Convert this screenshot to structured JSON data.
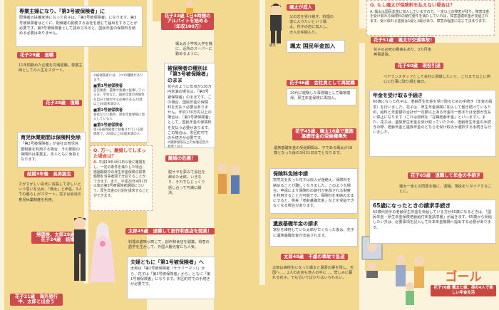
{
  "colors": {
    "background": "#fbf3dc",
    "path": "#f3d98f",
    "pill_red": "#cf4a4a",
    "pill_green": "#3e9d4f",
    "question_red": "#d14a4a",
    "goal_orange": "#e0703a"
  },
  "col1": {
    "box_top": {
      "title": "専業主婦になり、「第3号被保険者」に",
      "text": "配偶者の扶養家族になった花子は、「第3号被保険者」になります。第3号被保険者はとくに、配偶者の勤務する会社を通じて届出をすることが必要です。第3号被保険者として認められると、国民年金の保険料を納める必要はありません。"
    },
    "pill_29": "花子29歳　退職",
    "text_29": "11年間勤めた企業を円満退職。専業主婦としての人生をスタート。",
    "pill_28": "花子28歳　復職",
    "box_ikukyu": {
      "title": "育児休業期間は保険料免除",
      "text": "「第2号被保険者」が会社の育児休業制度を利用する場合、その期間の保険料は事業主、本人ともに免除となります。"
    },
    "pill_kekkon": "結婚3年後　長男誕生",
    "text_kekkon": "すがすがしい青年に成長してほしいという思いを込め、「颯太」と命名。3人での暮らしがスタート。花子は会社の育児休業制度を利用。",
    "pill_wedding": "帰国後、太郎29歳＆花子24歳　結婚",
    "pill_first": "花子21歳　海外旅行中、太郎と出会う"
  },
  "col2": {
    "note_types": {
      "text": "※被保険者には、3つの種類があります。",
      "t1_title": "■第1号被保険者",
      "t1_text": "自営業者、農業や漁業に従事している方、学生など、国民年金の保険料を自分で納付する必要のある20歳以上60歳未満の人",
      "t2_title": "■第2号被保険者",
      "t2_text": "会社などに勤め、厚生年金保険に加入している人",
      "t3_title": "■第3号被保険者",
      "t3_text": "第2号被保険者に扶養されている配偶者で、20歳以上60歳未満の人"
    },
    "qa": {
      "question": "Q. 万一、離婚してしまった場合は？",
      "answer_label": "A.",
      "answer": "平成19年4月1日以後に離婚をし、一定の条件を満たした場合、婚姻期間中の厚生年金保険の標準報酬を当事者間で分割することができます。また、平成20年4月1日以後の第3号被保険者期間について、厚生年金の分割を請求することができます。"
    },
    "pill_wife": "花子33歳 1日4時間のアルバイトを始める（年収100万）",
    "text_wife": "颯太の小学校入学を機に、近所のスーパーに勤めるように。",
    "box_third": {
      "title": "被保険者の種別は「第3号被保険者」のまま",
      "text": "花子のように年収が130万円未満の場合は、「第3号被保険者」のままです。この場合、国民年金の保険料を支払う必要はありません。年収130万円以上の場合は、「第1号被保険者」として、国民年金の保険料を支払う必要があります。この場合は、市区町村での手続きが必要です。",
      "note": "※健康保険法上の扶養認定の基準と同じ"
    },
    "pill_danger": "離婚の危機！",
    "text_danger": "脱サラを夢みて会社を辞めた太郎。いきなり、それでもじっくり話し合って円満に解決。",
    "pill_taro45": "太郎45歳　退職して創作和食店を開業！",
    "text_taro45": "料理の趣味が高じて、創作和食店を開業。得意の語学を生かして、外国人観光客にも人気。",
    "box_fufu": {
      "title": "夫婦ともに「第1号被保険者」へ",
      "text": "太郎は「第2号被保険者（サラリーマン）」から、花子は「第3号被保険者」から、ともに「第1号被保険者」になります。市区町村での手続きが必要です。"
    }
  },
  "col3": {
    "pill_sota": "颯太が成人",
    "text_sota": "父の志を受け継ぎ、料理の道に入りたいという颯太。花子の店に加入し、大人の仲間入り。",
    "fig_label": "颯太",
    "box_join": {
      "title": "颯太 国民年金加入"
    },
    "pill_46": "花子46歳　会社員として再就職",
    "text_46": "20代に経験した事務職として職場復帰。厚生年金保険に再加入。",
    "pill_45": "花子45歳、颯太18歳で遺族基礎年金の受給権喪失",
    "text_45": "遺族基礎年金の受給期間は、子である颯太が18歳となった後の3月31日までとなります。",
    "box_menjo": {
      "title": "保険料免除申請",
      "text": "突然夫を失った花子は収入が途絶え、保険料を納めることが難しくなりました。このような場合、申請により保険料の納付が免除される制度を利用することが可能です。保険料を未納のままにすると、将来「老齢基礎年金」などを受給できなくなる場合があります。"
    },
    "box_izoku": {
      "title": "遺族基礎年金の請求",
      "text": "家計を維持していた太郎が亡くなった後は、花子に遺族基礎年金が支給されます。"
    },
    "pill_taro48": "太郎48歳　不慮の事故で急逝",
    "text_taro48": "太郎は高校生になった颯太と最愛の妻を残し、天国へ…。2人のお店も他人の手に…。悲しみに暮れる花子。でも泣いてばかりはいられない。"
  },
  "col4": {
    "qa_top": {
      "question": "Q. もし颯太が保険料を払えない場合は？",
      "answer": "A. 颯太は国民年金に加入していますので、一定以上の障害が残り、障害年金を受け取れる保険料の納付要件を満たしていれば、障害基礎年金が支給されます。受け取れる金額は1級と2級があり、障害の程度に応じて決まります。"
    },
    "pill_51": "花子51歳　颯太が交通事故!",
    "text_51": "花子の必死の看病もあり、3カ月後無事退院。",
    "pill_60": "花子60歳　現役引退",
    "text_60": "ペテランスタッフとして会社に貢献したいと、これまで以上に熱心に仕事に取り組む毎日。",
    "box_seikyu": {
      "title": "年金を受け取る手続き",
      "text": "60歳になった花子は、老齢厚生年金を受け取るための手続き（年金の請求）を行いました。花子は、厚生年金保険に加入して働き続けているため、給料と年金額の合計が一定額以上ある年金の一部または全部が支払い停止になります（これは総称を「在職老齢年金」といいます）。また、花子は、遺族厚生年金を受け取っていたため、老齢厚生年金の手続きの際、老齢年金と遺族年金のどちらを受け取るか選択する手続きも行いました。"
    },
    "pill_65": "花子65歳　退職して年金の手続き",
    "text_65": "颯太一家との同居を機に、退職。現役をリタイアすることに。",
    "box_65": {
      "title": "65歳になったときの請求手続き",
      "text": "60歳代前半の老齢厚生年金を受給している方が65歳になるときは、「国民年金・厚生年金保険老齢給付年金請求書」が届きます。65歳から受給したい方は、必要事項を記入して日本年金機構へ提出する必要があります。"
    },
    "goal": {
      "title": "ゴール",
      "sub": "花子70歳 颯太と嫁、孫の4人で楽しい年金生活"
    }
  }
}
